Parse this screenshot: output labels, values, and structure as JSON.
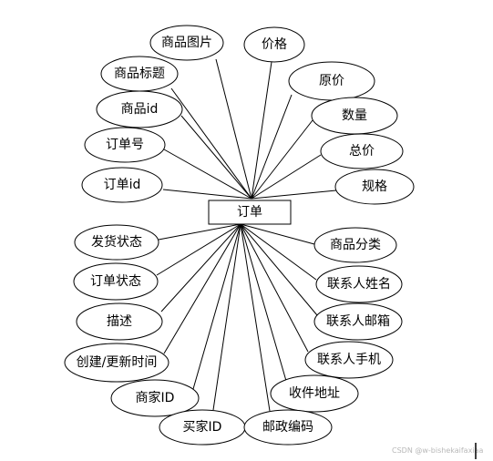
{
  "entity": {
    "label": "订单"
  },
  "attributes": [
    {
      "id": "product-image",
      "label": "商品图片"
    },
    {
      "id": "price",
      "label": "价格"
    },
    {
      "id": "product-title",
      "label": "商品标题"
    },
    {
      "id": "original-price",
      "label": "原价"
    },
    {
      "id": "product-id",
      "label": "商品id"
    },
    {
      "id": "quantity",
      "label": "数量"
    },
    {
      "id": "order-number",
      "label": "订单号"
    },
    {
      "id": "total-price",
      "label": "总价"
    },
    {
      "id": "order-id",
      "label": "订单id"
    },
    {
      "id": "spec",
      "label": "规格"
    },
    {
      "id": "shipping-status",
      "label": "发货状态"
    },
    {
      "id": "product-category",
      "label": "商品分类"
    },
    {
      "id": "order-status",
      "label": "订单状态"
    },
    {
      "id": "contact-name",
      "label": "联系人姓名"
    },
    {
      "id": "description",
      "label": "描述"
    },
    {
      "id": "contact-email",
      "label": "联系人邮箱"
    },
    {
      "id": "create-update-time",
      "label": "创建/更新时间"
    },
    {
      "id": "contact-phone",
      "label": "联系人手机"
    },
    {
      "id": "merchant-id",
      "label": "商家ID"
    },
    {
      "id": "shipping-address",
      "label": "收件地址"
    },
    {
      "id": "buyer-id",
      "label": "买家ID"
    },
    {
      "id": "postal-code",
      "label": "邮政编码"
    }
  ],
  "watermark": "CSDN @w-bishekaifaxiaa"
}
